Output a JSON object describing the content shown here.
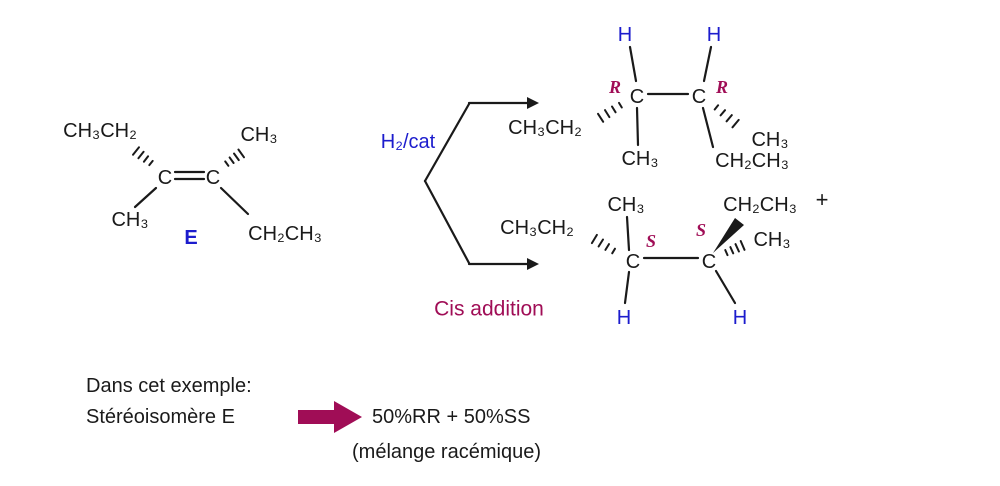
{
  "colors": {
    "ink": "#1a1a1a",
    "blue": "#1c1ccd",
    "maroon": "#a00d56"
  },
  "reactant": {
    "top_left": "CH₃CH₂",
    "top_right": "CH₃",
    "c_left": "C",
    "c_right": "C",
    "bottom_left": "CH₃",
    "bottom_right": "CH₂CH₃",
    "stereo_label": "E"
  },
  "reagent_label": "H₂/cat",
  "cis_label": "Cis addition",
  "plus_sign": "+",
  "product_rr": {
    "h_left": "H",
    "h_right": "H",
    "r_left": "R",
    "r_right": "R",
    "c_left": "C",
    "c_right": "C",
    "chain_left": "CH₃CH₂",
    "methyl_down_left": "CH₃",
    "methyl_right": "CH₃",
    "ethyl_down_right": "CH₂CH₃"
  },
  "product_ss": {
    "methyl_up_left": "CH₃",
    "ethyl_up_right": "CH₂CH₃",
    "chain_left": "CH₃CH₂",
    "s_left": "S",
    "s_right": "S",
    "c_left": "C",
    "c_right": "C",
    "methyl_right": "CH₃",
    "h_left": "H",
    "h_right": "H"
  },
  "caption": {
    "line1": "Dans cet exemple:",
    "stereo_text": "Stéréoisomère E",
    "result_text": "50%RR + 50%SS",
    "note": "(mélange racémique)"
  }
}
